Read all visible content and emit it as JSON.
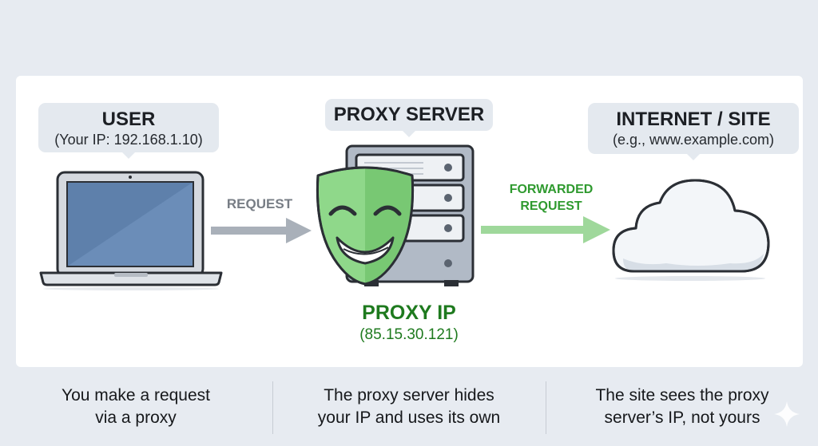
{
  "user": {
    "title": "USER",
    "subtitle": "(Your IP: 192.168.1.10)"
  },
  "proxy": {
    "title": "PROXY SERVER",
    "ip_title": "PROXY IP",
    "ip_value": "(85.15.30.121)"
  },
  "site": {
    "title": "INTERNET / SITE",
    "subtitle": "(e.g., www.example.com)"
  },
  "arrows": {
    "request": "REQUEST",
    "forwarded": [
      "FORWARDED",
      "REQUEST"
    ]
  },
  "captions": [
    [
      "You make a request",
      "via a proxy"
    ],
    [
      "The proxy server hides",
      "your IP and uses its own"
    ],
    [
      "The site sees the proxy",
      "server’s IP, not yours"
    ]
  ],
  "icons": [
    "laptop-icon",
    "server-icon",
    "mask-icon",
    "cloud-icon",
    "sparkle-icon"
  ],
  "colors": {
    "proxy_green": "#1e7a1e",
    "forward_arrow": "#9fd89b",
    "request_arrow": "#a9b0b9",
    "mask": "#8fd88a"
  }
}
